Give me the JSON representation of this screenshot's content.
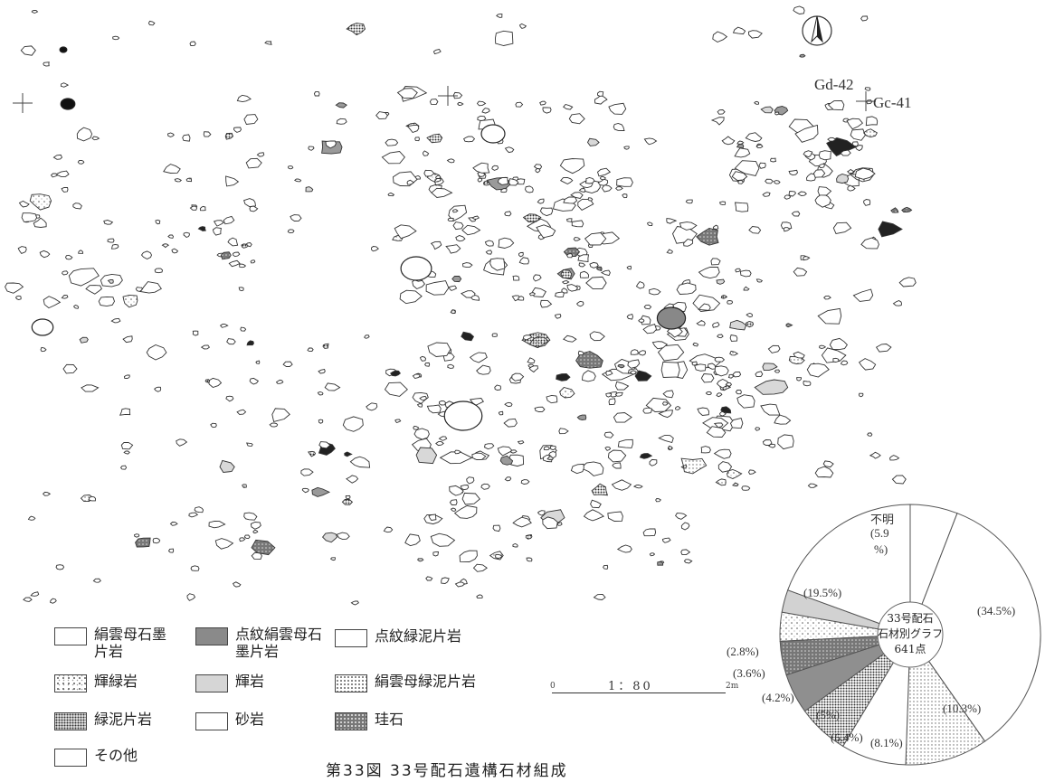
{
  "grid_labels": {
    "gd": "Gd-42",
    "gc": "Gc-41"
  },
  "legend": [
    {
      "label": "絹雲母石墨\n片岩",
      "pattern": "plain"
    },
    {
      "label": "点紋絹雲母石\n墨片岩",
      "pattern": "gray"
    },
    {
      "label": "点紋緑泥片岩",
      "pattern": "plain"
    },
    {
      "label": "輝緑岩",
      "pattern": "speck"
    },
    {
      "label": "輝岩",
      "pattern": "light"
    },
    {
      "label": "絹雲母緑泥片岩",
      "pattern": "dots"
    },
    {
      "label": "緑泥片岩",
      "pattern": "dense"
    },
    {
      "label": "砂岩",
      "pattern": "plain"
    },
    {
      "label": "珪石",
      "pattern": "keiseki"
    },
    {
      "label": "その他",
      "pattern": "plain"
    }
  ],
  "scale": {
    "ratio": "1：80",
    "zero": "0",
    "end": "2m"
  },
  "caption": "第33図 33号配石遺構石材組成",
  "pie": {
    "title_line1": "33号配石",
    "title_line2": "石材別グラフ",
    "count": "641点",
    "unknown_label": "不明",
    "unknown_pct_a": "(5.9",
    "unknown_pct_b": "%)",
    "labels": {
      "l195": "(19.5%)",
      "l345": "(34.5%)",
      "l28": "(2.8%)",
      "l36": "(3.6%)",
      "l42": "(4.2%)",
      "l5": "(5%)",
      "l64": "(6.4%)",
      "l81": "(8.1%)",
      "l103": "(10.3%)"
    },
    "slices": [
      {
        "pct": 5.9,
        "pattern": "plain"
      },
      {
        "pct": 34.5,
        "pattern": "plain"
      },
      {
        "pct": 10.3,
        "pattern": "dots"
      },
      {
        "pct": 8.1,
        "pattern": "plain"
      },
      {
        "pct": 6.4,
        "pattern": "dense"
      },
      {
        "pct": 5.0,
        "pattern": "gray"
      },
      {
        "pct": 4.2,
        "pattern": "keiseki"
      },
      {
        "pct": 3.6,
        "pattern": "speck"
      },
      {
        "pct": 2.8,
        "pattern": "light"
      },
      {
        "pct": 19.5,
        "pattern": "plain"
      }
    ]
  }
}
